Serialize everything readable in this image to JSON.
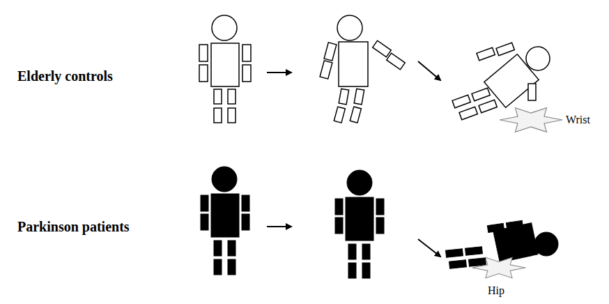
{
  "diagram": {
    "labels": [
      "Elderly controls",
      "Parkinson patients",
      "Wrist",
      "Hip"
    ]
  }
}
